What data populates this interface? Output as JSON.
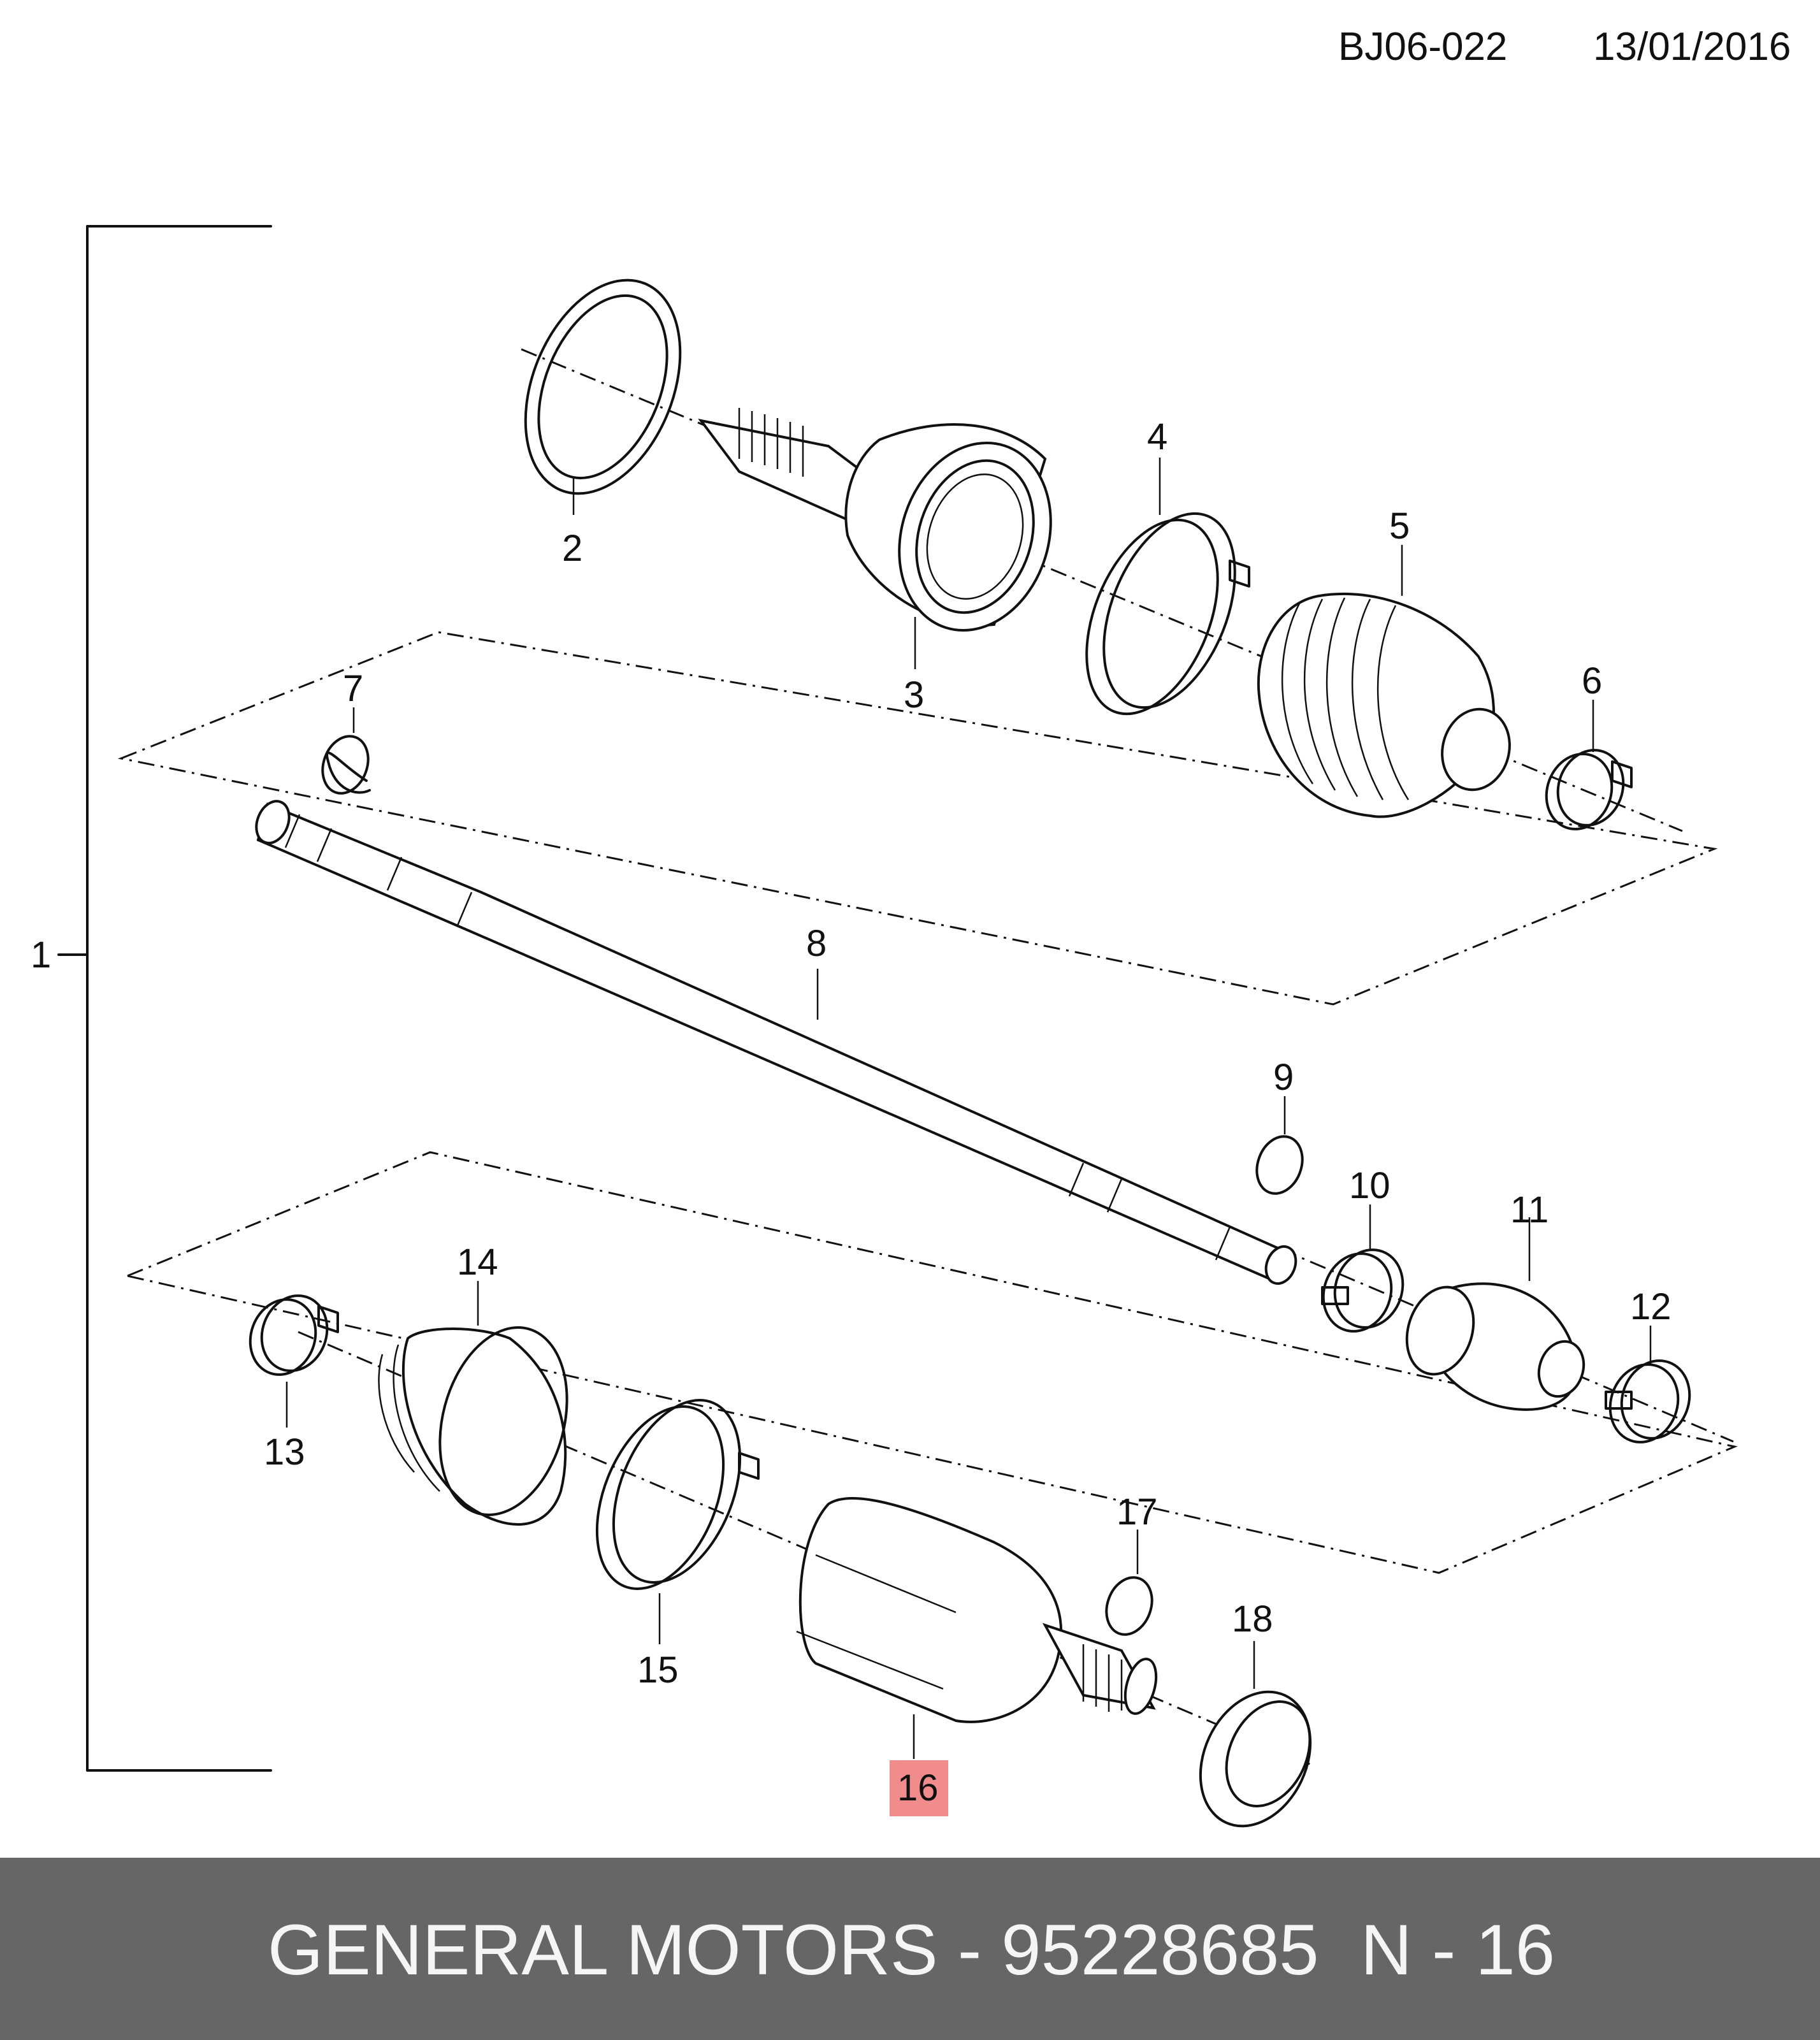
{
  "header": {
    "doc_code": "BJ06-022",
    "date": "13/01/2016"
  },
  "callouts": [
    {
      "id": "1",
      "label": "1"
    },
    {
      "id": "2",
      "label": "2"
    },
    {
      "id": "3",
      "label": "3"
    },
    {
      "id": "4",
      "label": "4"
    },
    {
      "id": "5",
      "label": "5"
    },
    {
      "id": "6",
      "label": "6"
    },
    {
      "id": "7",
      "label": "7"
    },
    {
      "id": "8",
      "label": "8"
    },
    {
      "id": "9",
      "label": "9"
    },
    {
      "id": "10",
      "label": "10"
    },
    {
      "id": "11",
      "label": "11"
    },
    {
      "id": "12",
      "label": "12"
    },
    {
      "id": "13",
      "label": "13"
    },
    {
      "id": "14",
      "label": "14"
    },
    {
      "id": "15",
      "label": "15"
    },
    {
      "id": "16",
      "label": "16",
      "highlighted": true
    },
    {
      "id": "17",
      "label": "17"
    },
    {
      "id": "18",
      "label": "18"
    }
  ],
  "highlight_color": "#f08c8c",
  "footer": {
    "title": "GENERAL MOTORS - 95228685",
    "ref": "N - 16",
    "background": "#666666"
  }
}
